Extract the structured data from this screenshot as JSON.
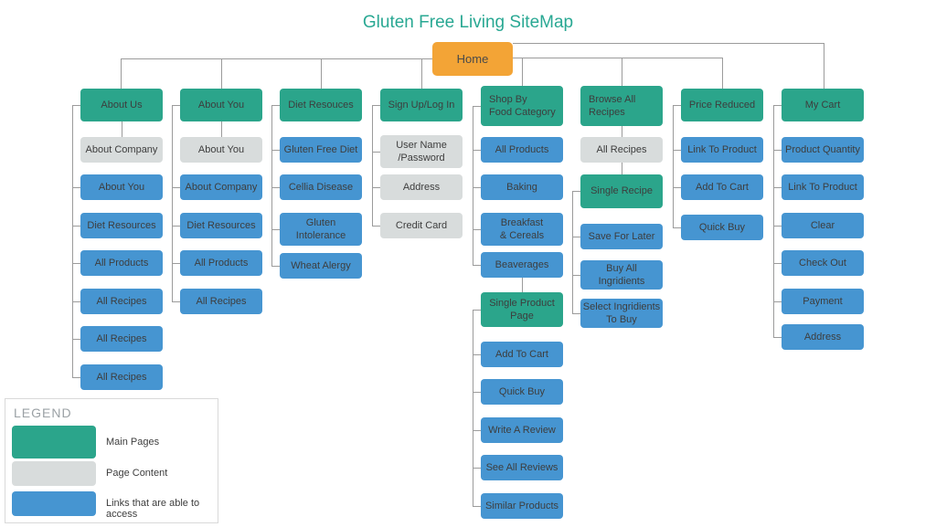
{
  "title": "Gluten Free Living SiteMap",
  "home": {
    "label": "Home"
  },
  "colors": {
    "main_pages": "#2BA58B",
    "page_content": "#D8DCDC",
    "links_accessible": "#4695D1",
    "home_color": "#F3A436",
    "title_color": "#29A893",
    "line_color": "#9B9B9B",
    "node_text": "#3D3D3D",
    "legend_title_color": "#9BA1A5"
  },
  "columns": [
    {
      "nodes": [
        {
          "label": "About Us",
          "type": "main"
        },
        {
          "label": "About Company",
          "type": "content"
        },
        {
          "label": "About You",
          "type": "link"
        },
        {
          "label": "Diet Resources",
          "type": "link"
        },
        {
          "label": "All Products",
          "type": "link"
        },
        {
          "label": "All Recipes",
          "type": "link"
        },
        {
          "label": "All Recipes",
          "type": "link"
        },
        {
          "label": "All Recipes",
          "type": "link"
        }
      ]
    },
    {
      "nodes": [
        {
          "label": "About You",
          "type": "main"
        },
        {
          "label": "About You",
          "type": "content"
        },
        {
          "label": "About Company",
          "type": "link"
        },
        {
          "label": "Diet Resources",
          "type": "link"
        },
        {
          "label": "All Products",
          "type": "link"
        },
        {
          "label": "All Recipes",
          "type": "link"
        }
      ]
    },
    {
      "nodes": [
        {
          "label": "Diet Resouces",
          "type": "main"
        },
        {
          "label": "Gluten Free Diet",
          "type": "link"
        },
        {
          "label": "Cellia Disease",
          "type": "link"
        },
        {
          "label": "Gluten\nIntolerance",
          "type": "link"
        },
        {
          "label": "Wheat Alergy",
          "type": "link"
        }
      ]
    },
    {
      "nodes": [
        {
          "label": "Sign Up/Log In",
          "type": "main"
        },
        {
          "label": "User Name\n/Password",
          "type": "content"
        },
        {
          "label": "Address",
          "type": "content"
        },
        {
          "label": "Credit Card",
          "type": "content"
        }
      ]
    },
    {
      "nodes": [
        {
          "label": "Shop By\nFood Category",
          "type": "main"
        },
        {
          "label": "All Products",
          "type": "link"
        },
        {
          "label": "Baking",
          "type": "link"
        },
        {
          "label": "Breakfast\n& Cereals",
          "type": "link"
        },
        {
          "label": "Beaverages",
          "type": "link"
        },
        {
          "label": "Single Product\nPage",
          "type": "main"
        },
        {
          "label": "Add To Cart",
          "type": "link"
        },
        {
          "label": "Quick Buy",
          "type": "link"
        },
        {
          "label": "Write A Review",
          "type": "link"
        },
        {
          "label": "See All Reviews",
          "type": "link"
        },
        {
          "label": "Similar Products",
          "type": "link"
        }
      ]
    },
    {
      "nodes": [
        {
          "label": "Browse All\nRecipes",
          "type": "main"
        },
        {
          "label": "All Recipes",
          "type": "content"
        },
        {
          "label": "Single Recipe",
          "type": "main"
        },
        {
          "label": "Save For Later",
          "type": "link"
        },
        {
          "label": "Buy All\nIngridients",
          "type": "link"
        },
        {
          "label": "Select Ingridients\nTo Buy",
          "type": "link"
        }
      ]
    },
    {
      "nodes": [
        {
          "label": "Price Reduced",
          "type": "main"
        },
        {
          "label": "Link To Product",
          "type": "link"
        },
        {
          "label": "Add To Cart",
          "type": "link"
        },
        {
          "label": "Quick Buy",
          "type": "link"
        }
      ]
    },
    {
      "nodes": [
        {
          "label": "My Cart",
          "type": "main"
        },
        {
          "label": "Product Quantity",
          "type": "link"
        },
        {
          "label": "Link To Product",
          "type": "link"
        },
        {
          "label": "Clear",
          "type": "link"
        },
        {
          "label": "Check Out",
          "type": "link"
        },
        {
          "label": "Payment",
          "type": "link"
        },
        {
          "label": "Address",
          "type": "link"
        }
      ]
    }
  ],
  "legend": {
    "title": "LEGEND",
    "items": [
      {
        "label": "Main Pages",
        "type": "main"
      },
      {
        "label": "Page Content",
        "type": "content"
      },
      {
        "label": "Links that are able to access",
        "type": "link"
      }
    ]
  }
}
